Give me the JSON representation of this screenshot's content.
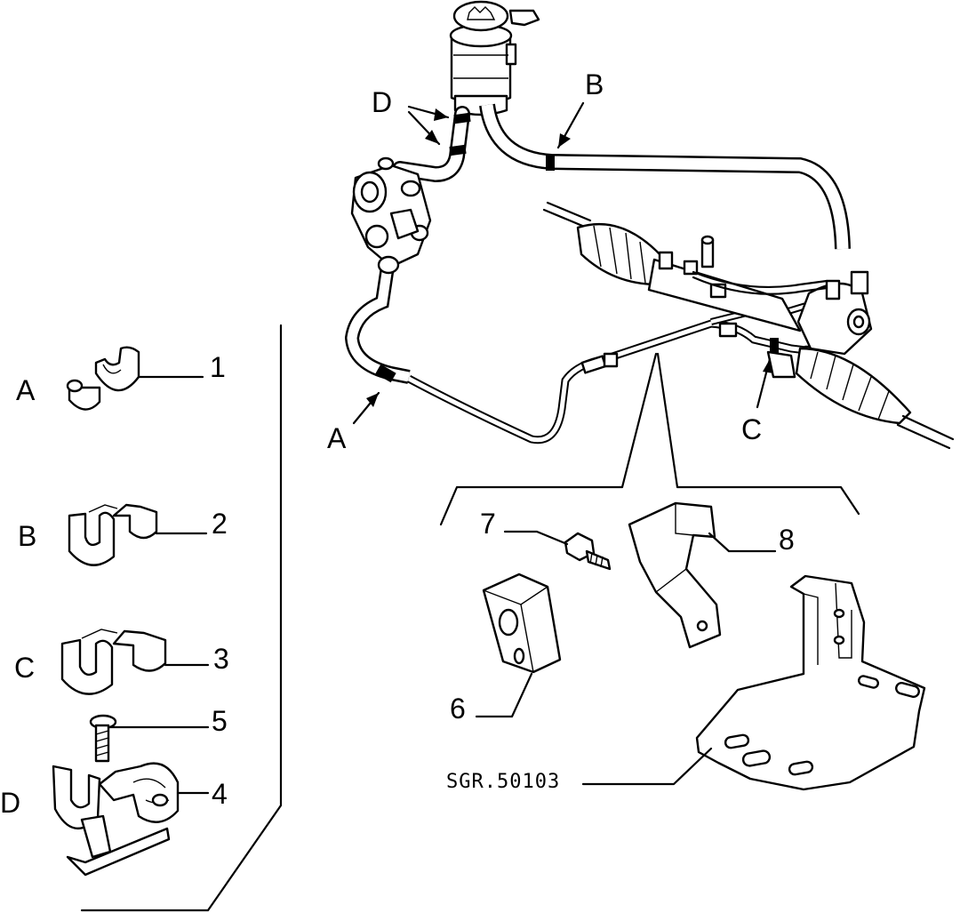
{
  "callouts": {
    "a": "A",
    "b": "B",
    "c": "C",
    "d": "D"
  },
  "legend": {
    "a": "A",
    "b": "B",
    "c": "C",
    "d": "D",
    "n1": "1",
    "n2": "2",
    "n3": "3",
    "n4": "4",
    "n5": "5"
  },
  "parts": {
    "n6": "6",
    "n7": "7",
    "n8": "8"
  },
  "reference": "SGR.50103"
}
